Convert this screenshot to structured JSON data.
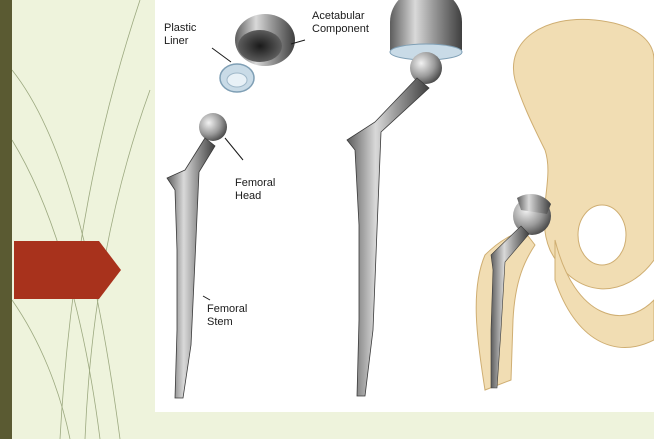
{
  "labels": {
    "plastic_liner": "Plastic\nLiner",
    "acetabular_component": "Acetabular\nComponent",
    "femoral_head": "Femoral\nHead",
    "femoral_stem": "Femoral\nStem"
  },
  "colors": {
    "slide_background": "#eef3dc",
    "left_bar": "#5a5a32",
    "pointer_arrow": "#a8321c",
    "figure_background": "#ffffff"
  }
}
